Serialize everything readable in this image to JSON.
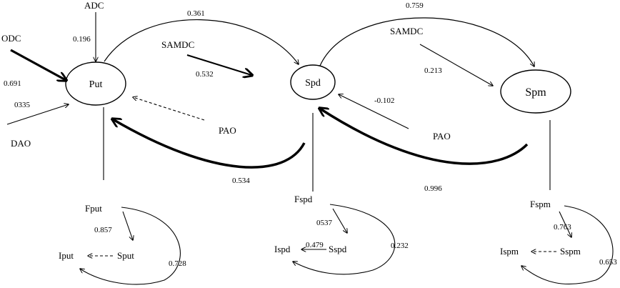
{
  "nodes": {
    "put": "Put",
    "spd": "Spd",
    "spm": "Spm"
  },
  "labels": {
    "adc": "ADC",
    "odc": "ODC",
    "dao": "DAO",
    "samdc_1": "SAMDC",
    "samdc_2": "SAMDC",
    "pao_1": "PAO",
    "pao_2": "PAO",
    "fput": "Fput",
    "sput": "Sput",
    "iput": "Iput",
    "fspd": "Fspd",
    "sspd": "Sspd",
    "ispd": "Ispd",
    "fspm": "Fspm",
    "sspm": "Sspm",
    "ispm": "Ispm"
  },
  "coefficients": {
    "adc_put": "0.196",
    "odc_put": "0.691",
    "dao_put": "0335",
    "put_spd": "0.361",
    "samdc_spd": "0.532",
    "spd_put": "0.534",
    "spd_spm": "0.759",
    "samdc_spm": "0.213",
    "pao_spd": "-0.102",
    "spm_spd": "0.996",
    "fput_sput": "0.857",
    "fput_iput": "0.728",
    "fspd_sspd": "0537",
    "sspd_ispd": "0.479",
    "fspd_ispd": "0.232",
    "fspm_sspm": "0.763",
    "fspm_ispm": "0.653"
  }
}
